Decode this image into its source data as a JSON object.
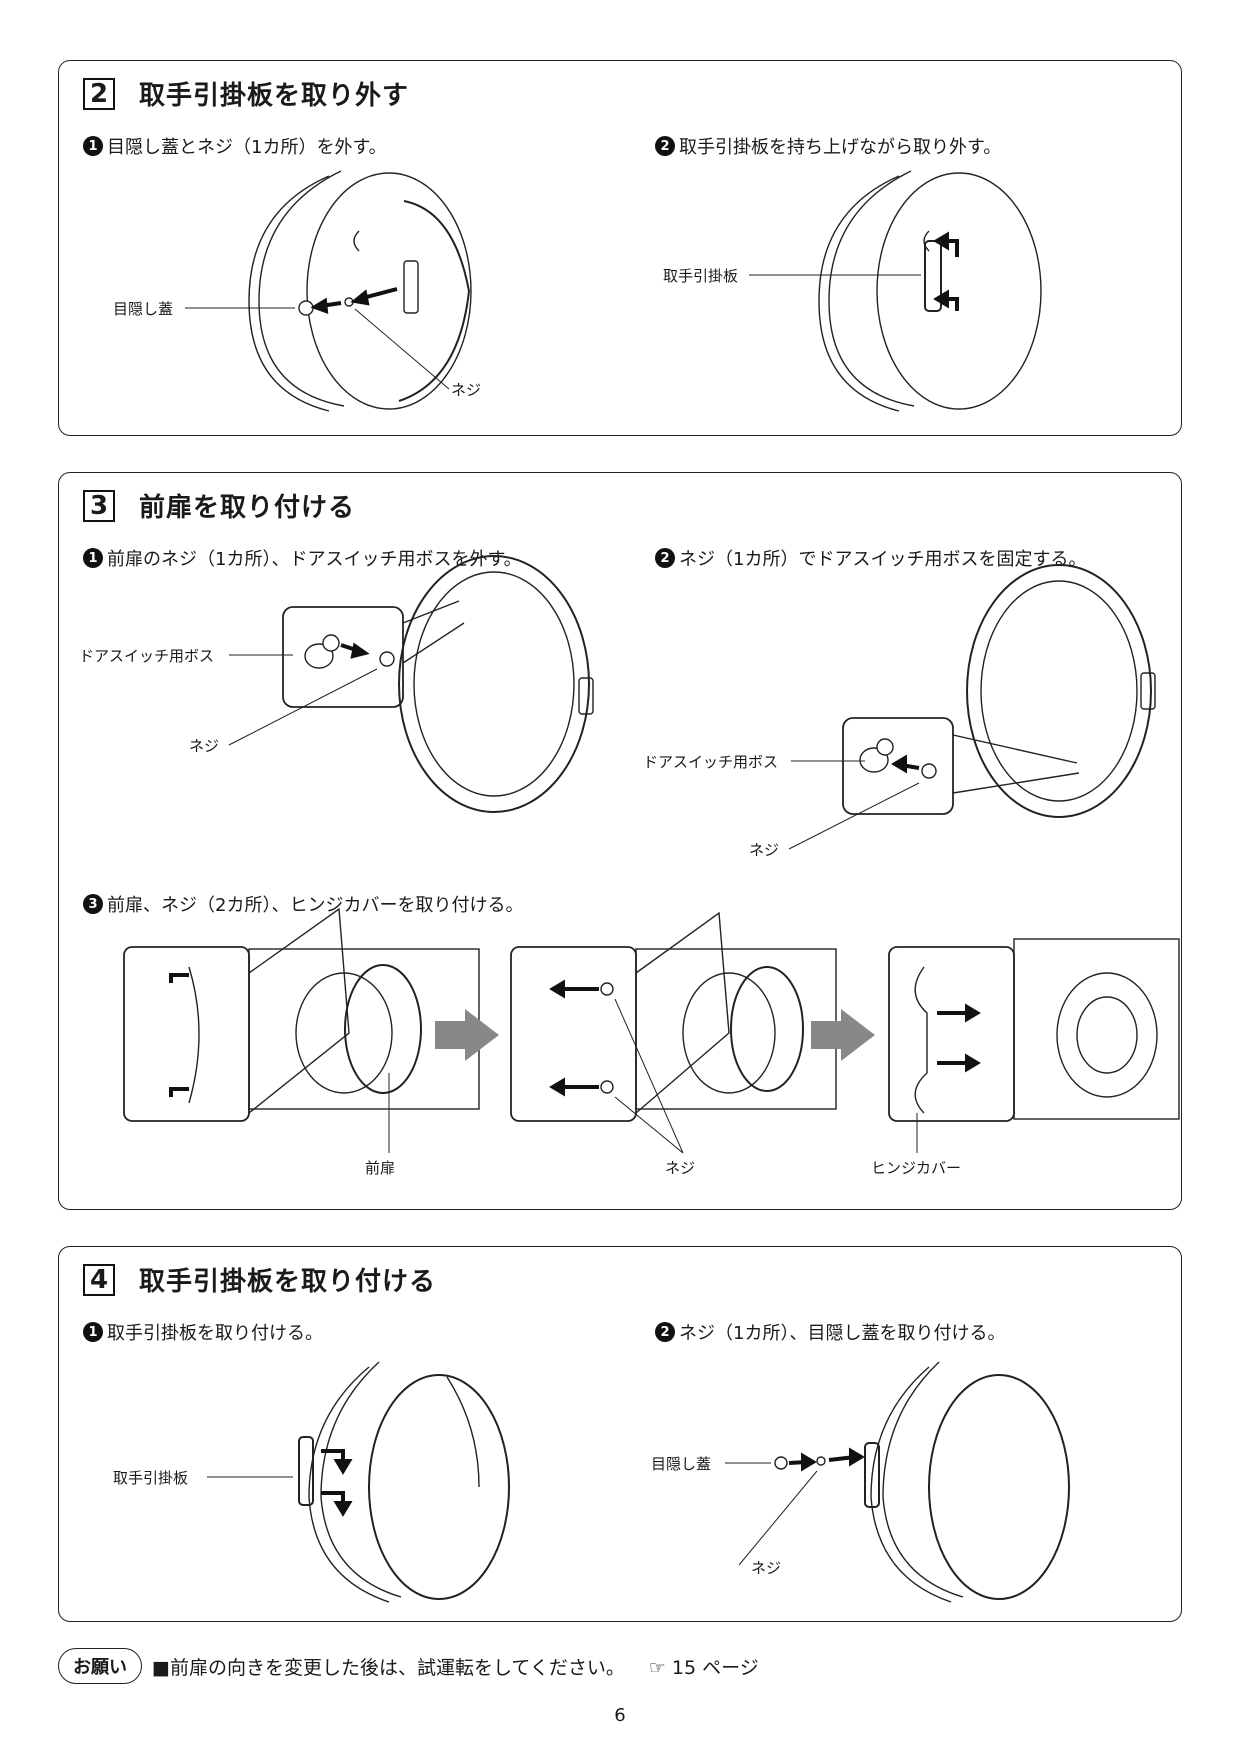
{
  "section2": {
    "num": "2",
    "title": "取手引掛板を取り外す",
    "step1": {
      "num": "1",
      "text": "目隠し蓋とネジ（1カ所）を外す。"
    },
    "step2": {
      "num": "2",
      "text": "取手引掛板を持ち上げながら取り外す。"
    },
    "labels": {
      "cover": "目隠し蓋",
      "screw": "ネジ",
      "plate": "取手引掛板"
    }
  },
  "section3": {
    "num": "3",
    "title": "前扉を取り付ける",
    "step1": {
      "num": "1",
      "text": "前扉のネジ（1カ所）、ドアスイッチ用ボスを外す。"
    },
    "step2": {
      "num": "2",
      "text": "ネジ（1カ所）でドアスイッチ用ボスを固定する。"
    },
    "step3": {
      "num": "3",
      "text": "前扉、ネジ（2カ所）、ヒンジカバーを取り付ける。"
    },
    "labels": {
      "boss": "ドアスイッチ用ボス",
      "screw": "ネジ",
      "door": "前扉",
      "hinge": "ヒンジカバー"
    }
  },
  "section4": {
    "num": "4",
    "title": "取手引掛板を取り付ける",
    "step1": {
      "num": "1",
      "text": "取手引掛板を取り付ける。"
    },
    "step2": {
      "num": "2",
      "text": "ネジ（1カ所）、目隠し蓋を取り付ける。"
    },
    "labels": {
      "plate": "取手引掛板",
      "cover": "目隠し蓋",
      "screw": "ネジ"
    }
  },
  "footer": {
    "badge": "お願い",
    "note": "■前扉の向きを変更した後は、試運転をしてください。",
    "ref": "☞ 15 ページ"
  },
  "page_number": "6"
}
